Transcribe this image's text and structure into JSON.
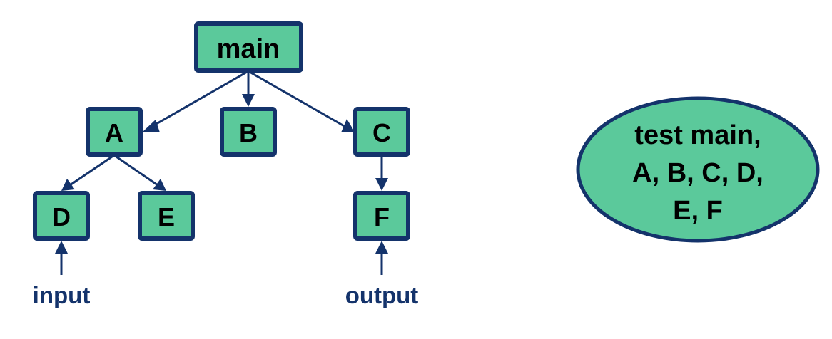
{
  "diagram": {
    "colors": {
      "node_fill": "#5bc99b",
      "node_border": "#14336b",
      "edge": "#14336b",
      "label_text": "#14336b",
      "node_text": "#000000"
    },
    "nodes": {
      "main": "main",
      "A": "A",
      "B": "B",
      "C": "C",
      "D": "D",
      "E": "E",
      "F": "F"
    },
    "edges": [
      {
        "from": "main",
        "to": "A"
      },
      {
        "from": "main",
        "to": "B"
      },
      {
        "from": "main",
        "to": "C"
      },
      {
        "from": "A",
        "to": "D"
      },
      {
        "from": "A",
        "to": "E"
      },
      {
        "from": "C",
        "to": "F"
      },
      {
        "from": "input",
        "to": "D"
      },
      {
        "from": "output",
        "to": "F"
      }
    ],
    "io_labels": {
      "input": "input",
      "output": "output"
    },
    "test_ellipse": {
      "lines": [
        "test main,",
        "A, B, C, D,",
        "E, F"
      ]
    }
  }
}
